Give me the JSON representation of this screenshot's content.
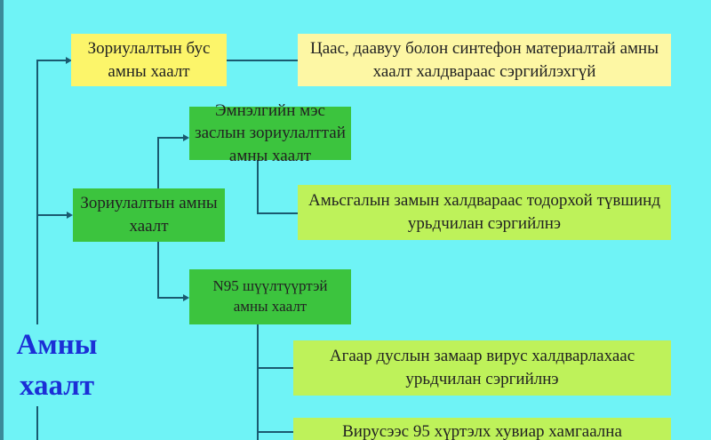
{
  "title": "Амны хаалт",
  "boxes": {
    "non_purpose": "Зориулалтын бус амны хаалт",
    "non_purpose_desc": "Цаас, даавуу болон синтефон материалтай амны хаалт халдвараас сэргийлэхгүй",
    "purpose": "Зориулалтын амны хаалт",
    "surgical": "Эмнэлгийн мэс заслын зориулалттай амны хаалт",
    "surgical_desc": "Амьсгалын замын халдвараас тодорхой түвшинд урьдчилан сэргийлнэ",
    "n95": "N95 шүүлтүүртэй амны хаалт",
    "n95_desc1": "Агаар дуслын замаар вирус халдварлахаас урьдчилан сэргийлнэ",
    "n95_desc2": "Вирусээс 95 хүртэлх хувиар хамгаална"
  },
  "colors": {
    "background": "#6ff3f6",
    "title": "#1b2fd6",
    "green": "#3cc43e",
    "yellow": "#fcf56a",
    "lime": "#bef25a"
  }
}
